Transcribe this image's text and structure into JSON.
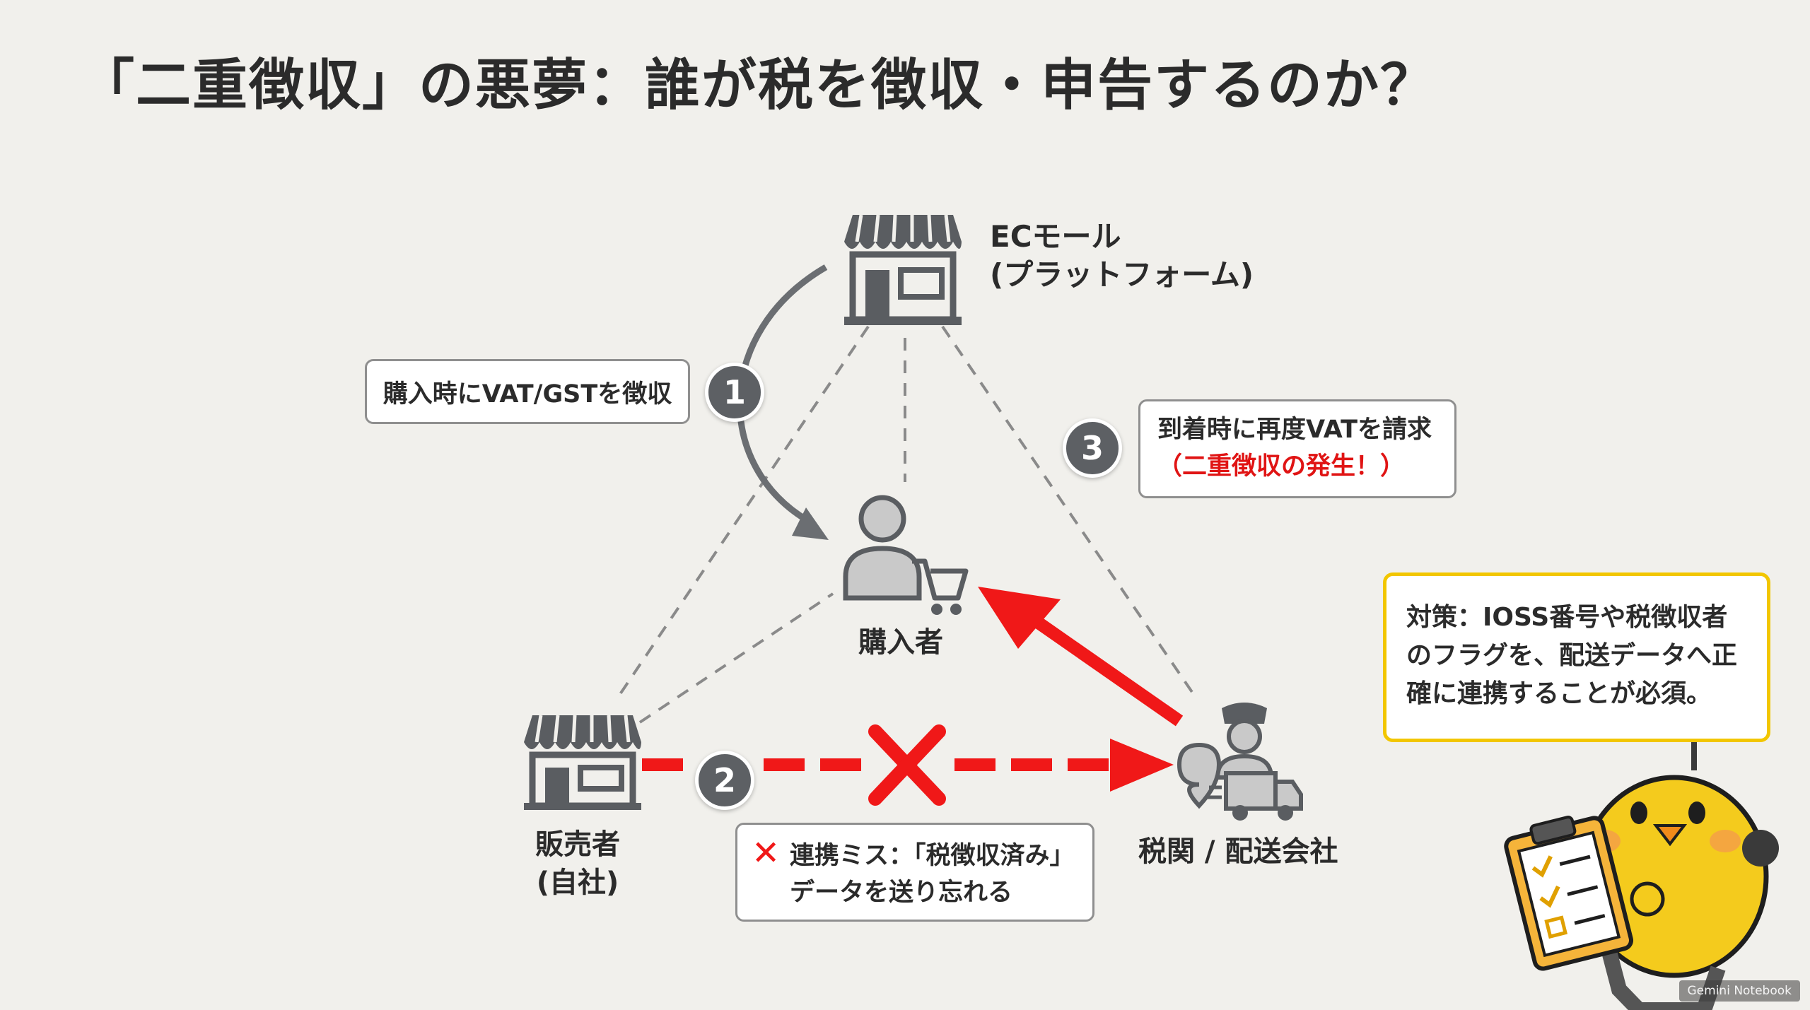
{
  "title": "「二重徴収」の悪夢：誰が税を徴収・申告するのか？",
  "nodes": {
    "ec_mall": {
      "line1": "ECモール",
      "line2": "(プラットフォーム)"
    },
    "buyer": {
      "label": "購入者"
    },
    "seller": {
      "line1": "販売者",
      "line2": "(自社)"
    },
    "customs": {
      "label": "税関 / 配送会社"
    }
  },
  "steps": {
    "one": {
      "number": "1",
      "text": "購入時にVAT/GSTを徴収"
    },
    "two": {
      "number": "2",
      "line1": "連携ミス：「税徴収済み」",
      "line2": "データを送り忘れる"
    },
    "three": {
      "number": "3",
      "line1": "到着時に再度VATを請求",
      "line2": "（二重徴収の発生！）"
    }
  },
  "note": {
    "text": "対策：IOSS番号や税徴収者のフラグを、配送データへ正確に連携することが必須。"
  },
  "watermark": "Gemini Notebook",
  "colors": {
    "background": "#f1f0ec",
    "accent_red": "#f01818",
    "badge": "#5d6064",
    "note_border": "#f2c600",
    "icon": "#5a5d61"
  }
}
